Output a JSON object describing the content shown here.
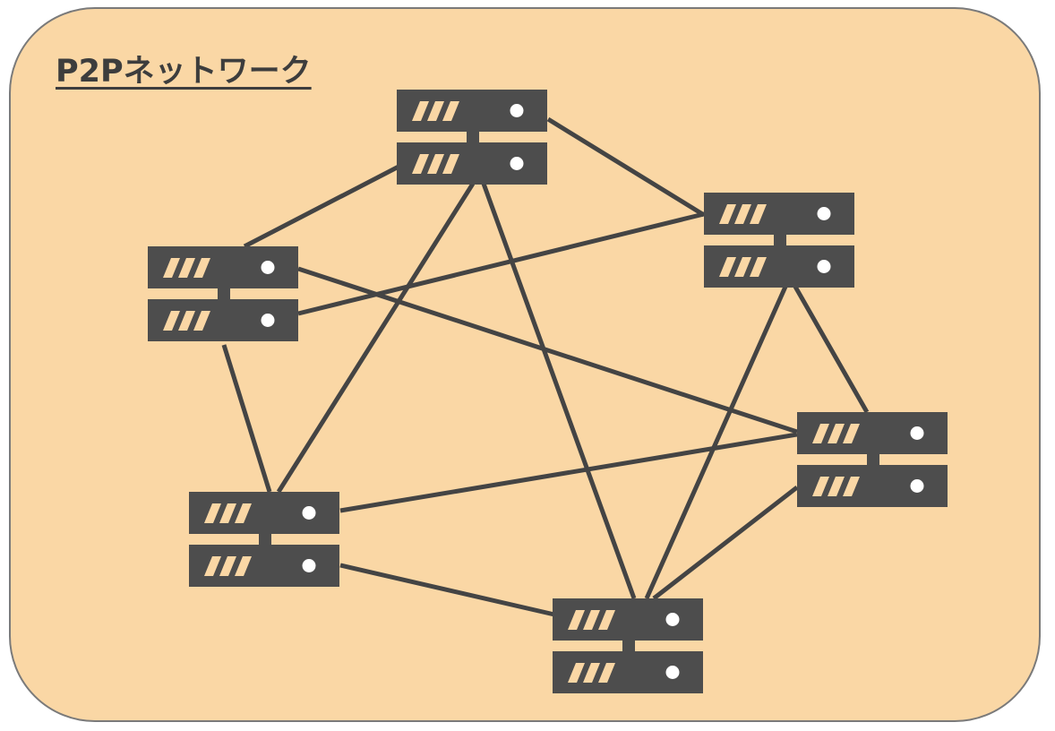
{
  "title": "P2Pネットワーク",
  "colors": {
    "background": "#fad7a5",
    "server": "#4d4d4d",
    "link": "#444444",
    "vent": "#fad7a5",
    "led": "#ffffff"
  },
  "icon": "server-icon",
  "nodes": [
    {
      "id": "top"
    },
    {
      "id": "right-upper"
    },
    {
      "id": "left-upper"
    },
    {
      "id": "right-lower"
    },
    {
      "id": "left-lower"
    },
    {
      "id": "bottom"
    }
  ],
  "links": [
    [
      "top",
      "left-upper"
    ],
    [
      "top",
      "right-upper"
    ],
    [
      "top",
      "left-lower"
    ],
    [
      "top",
      "bottom"
    ],
    [
      "left-upper",
      "right-upper"
    ],
    [
      "left-upper",
      "right-lower"
    ],
    [
      "left-upper",
      "left-lower"
    ],
    [
      "right-upper",
      "right-lower"
    ],
    [
      "right-upper",
      "bottom"
    ],
    [
      "left-lower",
      "right-lower"
    ],
    [
      "left-lower",
      "bottom"
    ],
    [
      "right-lower",
      "bottom"
    ]
  ]
}
